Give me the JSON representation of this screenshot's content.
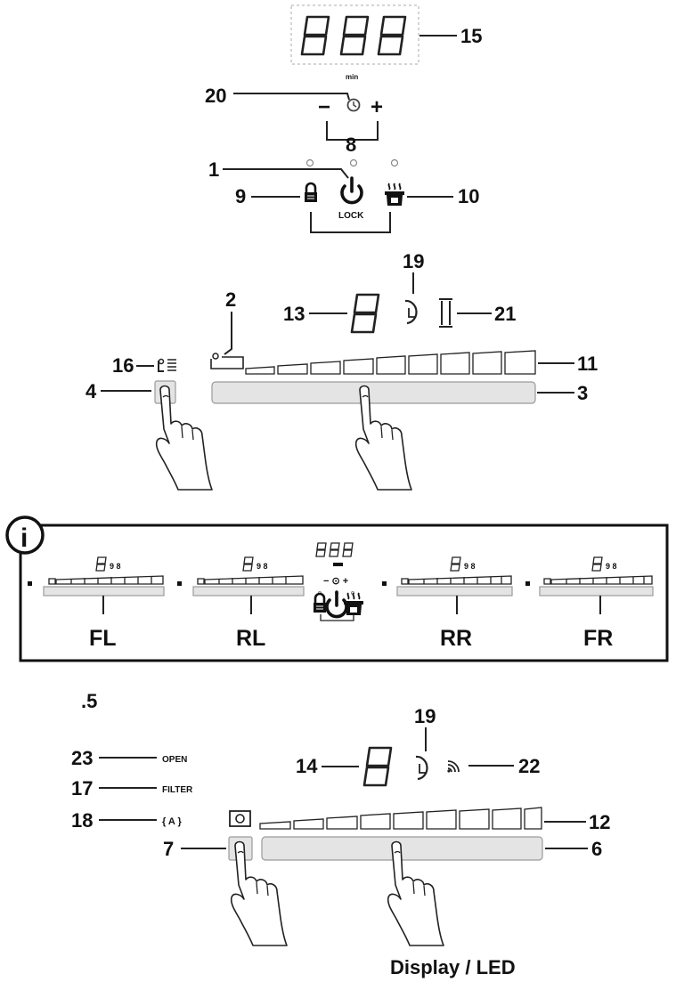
{
  "callouts": {
    "n1": "1",
    "n2": "2",
    "n3": "3",
    "n4": "4",
    "n5": ".5",
    "n6": "6",
    "n7": "7",
    "n8": "8",
    "n9": "9",
    "n10": "10",
    "n11": "11",
    "n12": "12",
    "n13": "13",
    "n14": "14",
    "n15": "15",
    "n16": "16",
    "n17": "17",
    "n18": "18",
    "n19a": "19",
    "n19b": "19",
    "n20": "20",
    "n21": "21",
    "n22": "22",
    "n23": "23"
  },
  "labels": {
    "min": "min",
    "lock": "LOCK",
    "minus": "−",
    "plus": "+",
    "open": "OPEN",
    "filter": "FILTER",
    "auto": "{ A }",
    "info": "i",
    "caption": "Display / LED"
  },
  "zones": {
    "fl": "FL",
    "rl": "RL",
    "rr": "RR",
    "fr": "FR"
  }
}
